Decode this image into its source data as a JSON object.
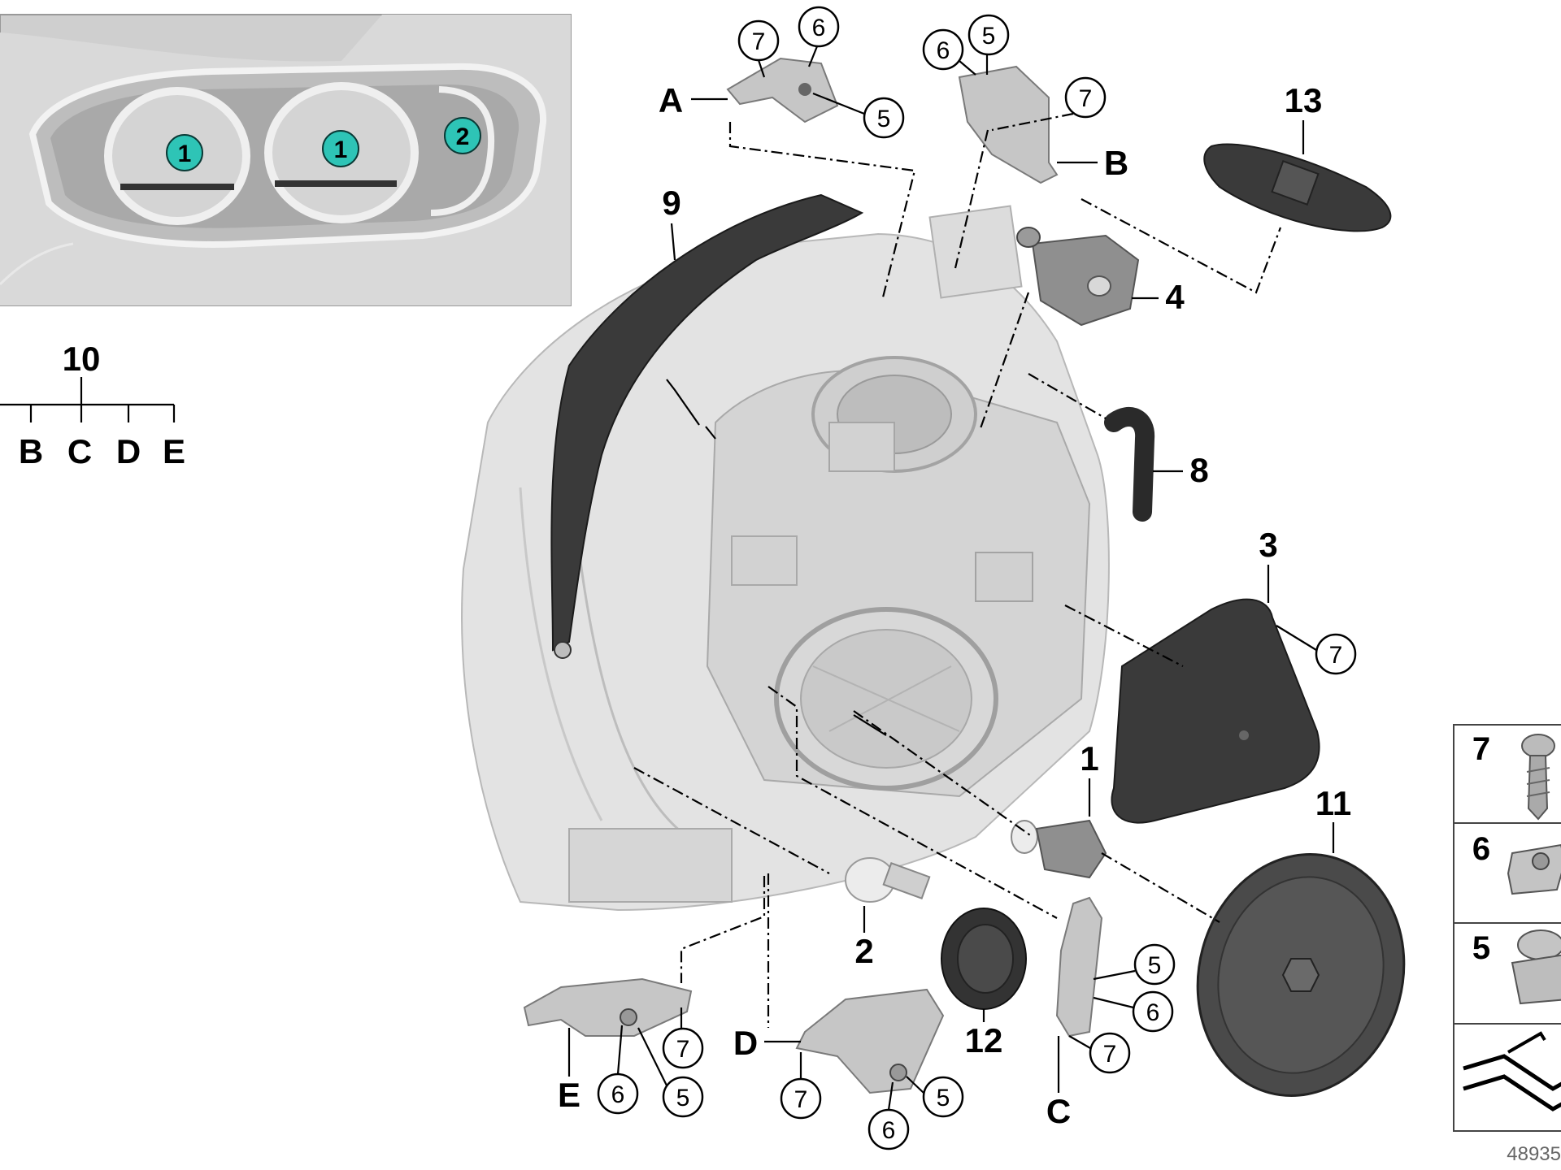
{
  "inset": {
    "markers": [
      {
        "label": "1"
      },
      {
        "label": "1"
      },
      {
        "label": "2"
      }
    ],
    "marker_color": "#2ec4b6"
  },
  "tree": {
    "root": "10",
    "children": [
      "B",
      "C",
      "D",
      "E"
    ]
  },
  "callouts": {
    "item1": "1",
    "item2": "2",
    "item3": "3",
    "item4": "4",
    "item8": "8",
    "item9": "9",
    "item11": "11",
    "item12": "12",
    "item13": "13"
  },
  "circled": {
    "c7": "7",
    "c6": "6",
    "c5": "5"
  },
  "letters": {
    "A": "A",
    "B": "B",
    "C": "C",
    "D": "D",
    "E": "E"
  },
  "legend": {
    "items": [
      {
        "label": "7",
        "icon": "screw-icon"
      },
      {
        "label": "6",
        "icon": "clip-nut-icon"
      },
      {
        "label": "5",
        "icon": "spring-nut-icon"
      },
      {
        "label": "",
        "icon": "sheet-metal-icon"
      }
    ]
  },
  "footer": {
    "ref_number": "48935"
  }
}
